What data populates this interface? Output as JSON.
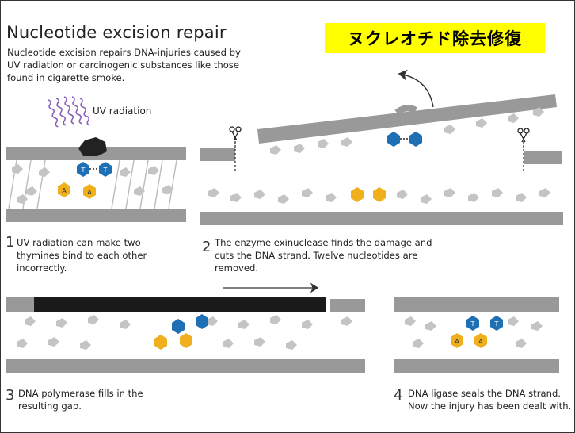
{
  "header": {
    "title": "Nucleotide excision repair",
    "intro": "Nucleotide excision repairs DNA-injuries caused by UV radiation or carcinogenic substances like those found in cigarette smoke.",
    "jp_title": "ヌクレオチド除去修復"
  },
  "labels": {
    "uv": "UV radiation",
    "base_t": "T",
    "base_a": "A"
  },
  "steps": [
    {
      "num": "1",
      "text": "UV radiation can make two thymines bind to each other incorrectly."
    },
    {
      "num": "2",
      "text": "The enzyme exinuclease finds the damage and cuts the DNA strand. Twelve nucleotides are removed."
    },
    {
      "num": "3",
      "text": "DNA polymerase fills in the resulting gap."
    },
    {
      "num": "4",
      "text": "DNA ligase seals the DNA strand. Now the injury has been dealt with."
    }
  ],
  "colors": {
    "strand": "#999999",
    "strand_dark": "#1a1a1a",
    "nucleotide": "#bdbdbd",
    "thymine": "#1f6fb5",
    "adenine": "#f0b01e",
    "uv": "#8a63b8"
  }
}
